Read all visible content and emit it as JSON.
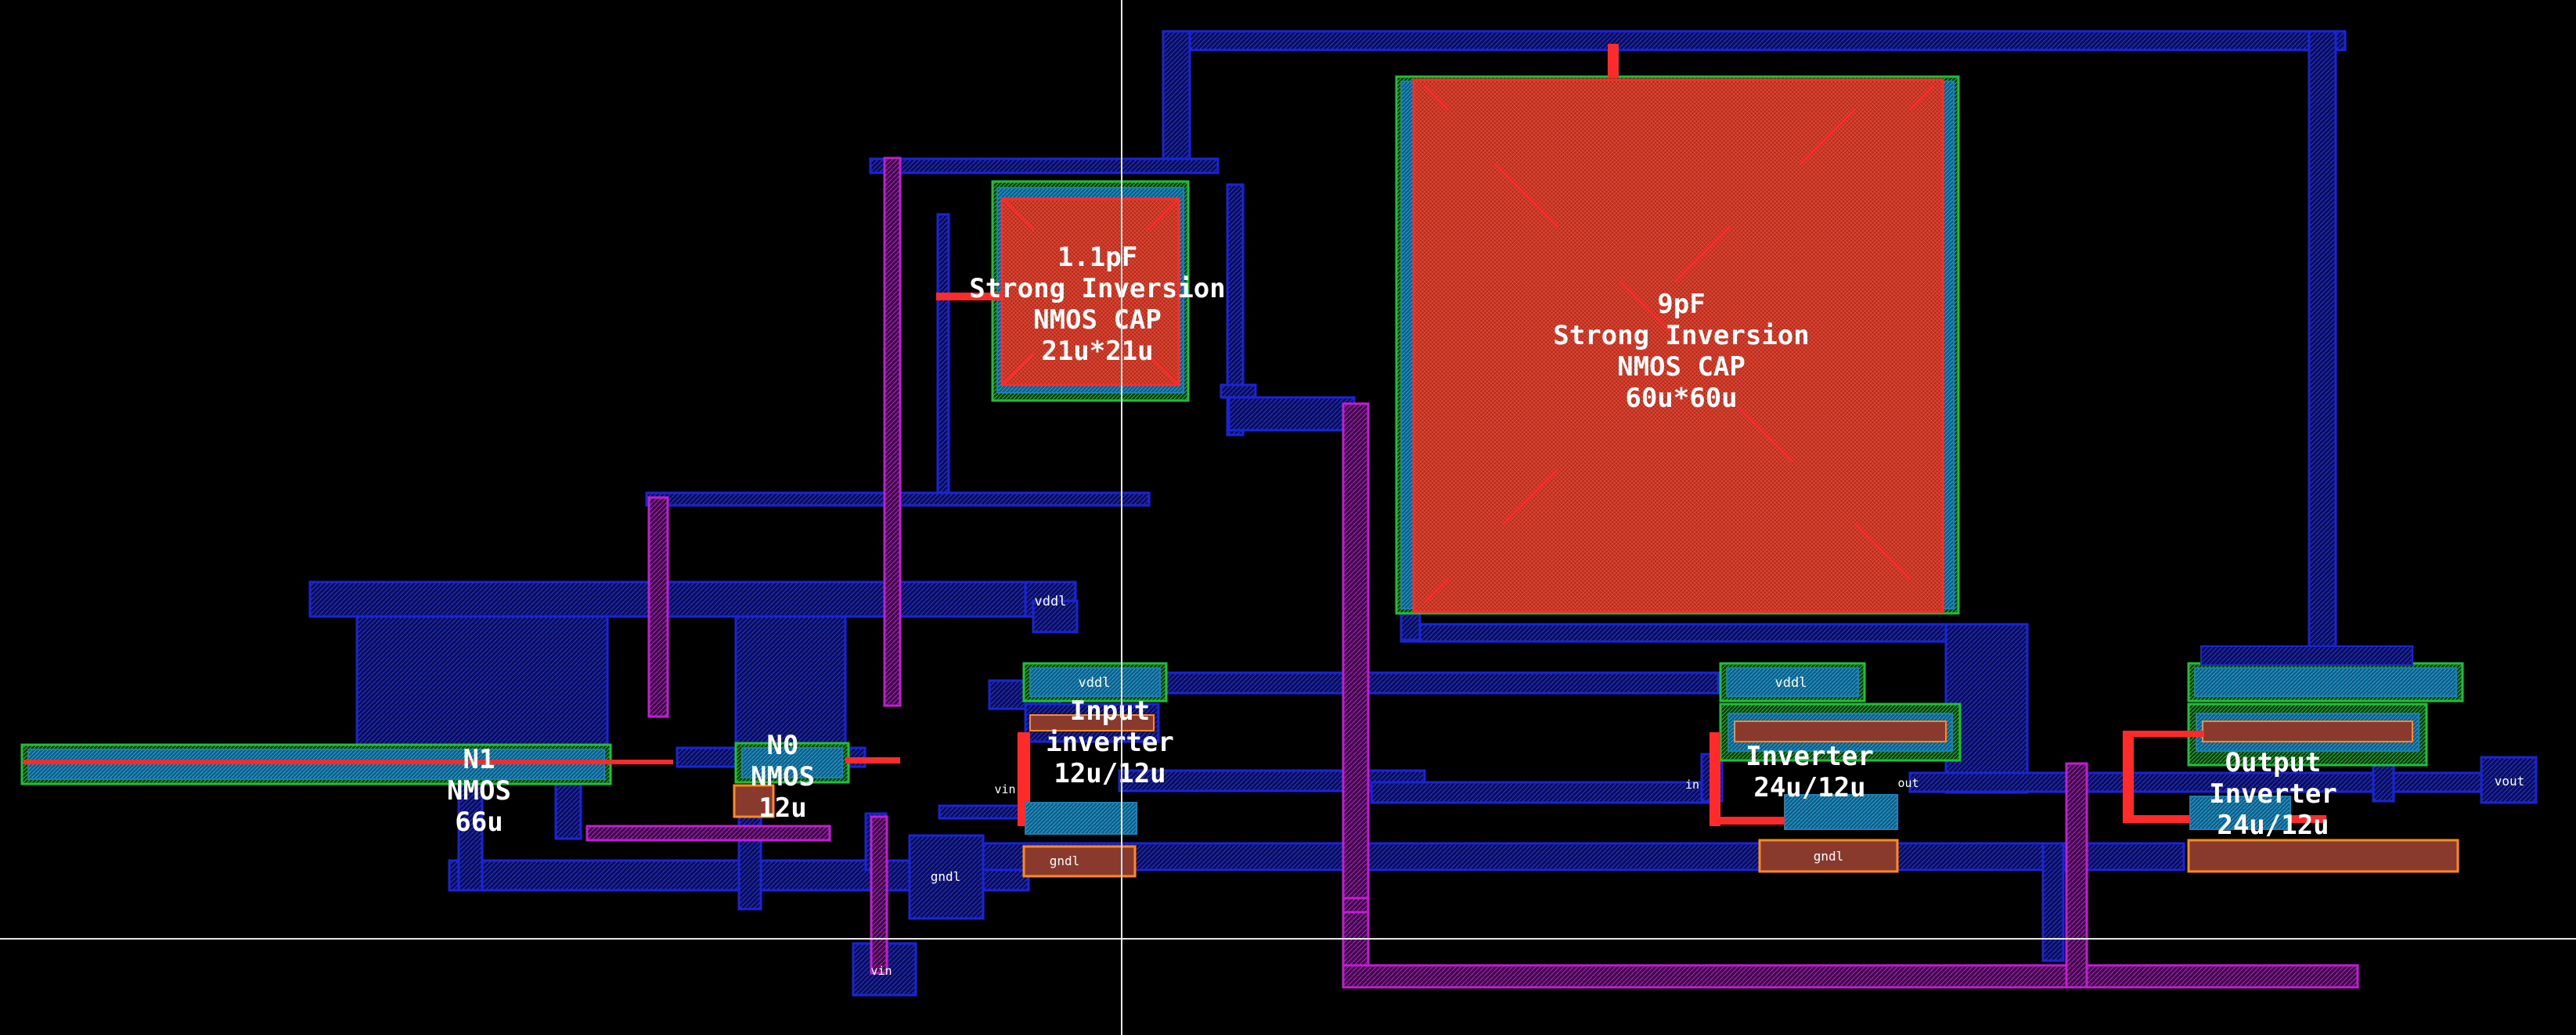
{
  "canvas": {
    "background": "#000000"
  },
  "colors": {
    "metal1": "#1b23d6",
    "metal1_fill": "#0c1470",
    "poly": "#ff2a2a",
    "poly_fill": "#b22618",
    "via": "#c01fd0",
    "well": "#1fbf3a",
    "diffusion": "#1a7fb5",
    "pin_box": "#ff8a1e",
    "cursor": "#e8e8e8"
  },
  "labels": {
    "cap_small": [
      "1.1pF",
      "Strong Inversion",
      "NMOS CAP",
      "21u*21u"
    ],
    "cap_large": [
      "9pF",
      "Strong Inversion",
      "NMOS CAP",
      "60u*60u"
    ],
    "n1": [
      "N1",
      "NMOS",
      "66u"
    ],
    "n0": [
      "N0",
      "NMOS",
      "12u"
    ],
    "input_inv": [
      "Input",
      "inverter",
      "12u/12u"
    ],
    "mid_inv": [
      "Inverter",
      "24u/12u"
    ],
    "output_inv": [
      "Output",
      "Inverter",
      "24u/12u"
    ]
  },
  "pins": {
    "vddl_left": "vddl",
    "vddl_input": "vddl",
    "vddl_mid": "vddl",
    "vin_mid": "vin",
    "vin_bottom": "vin",
    "gndl_left": "gndl",
    "gndl_input": "gndl",
    "gndl_mid": "gndl",
    "in_mid": "in",
    "out_mid": "out",
    "vout": "vout"
  }
}
